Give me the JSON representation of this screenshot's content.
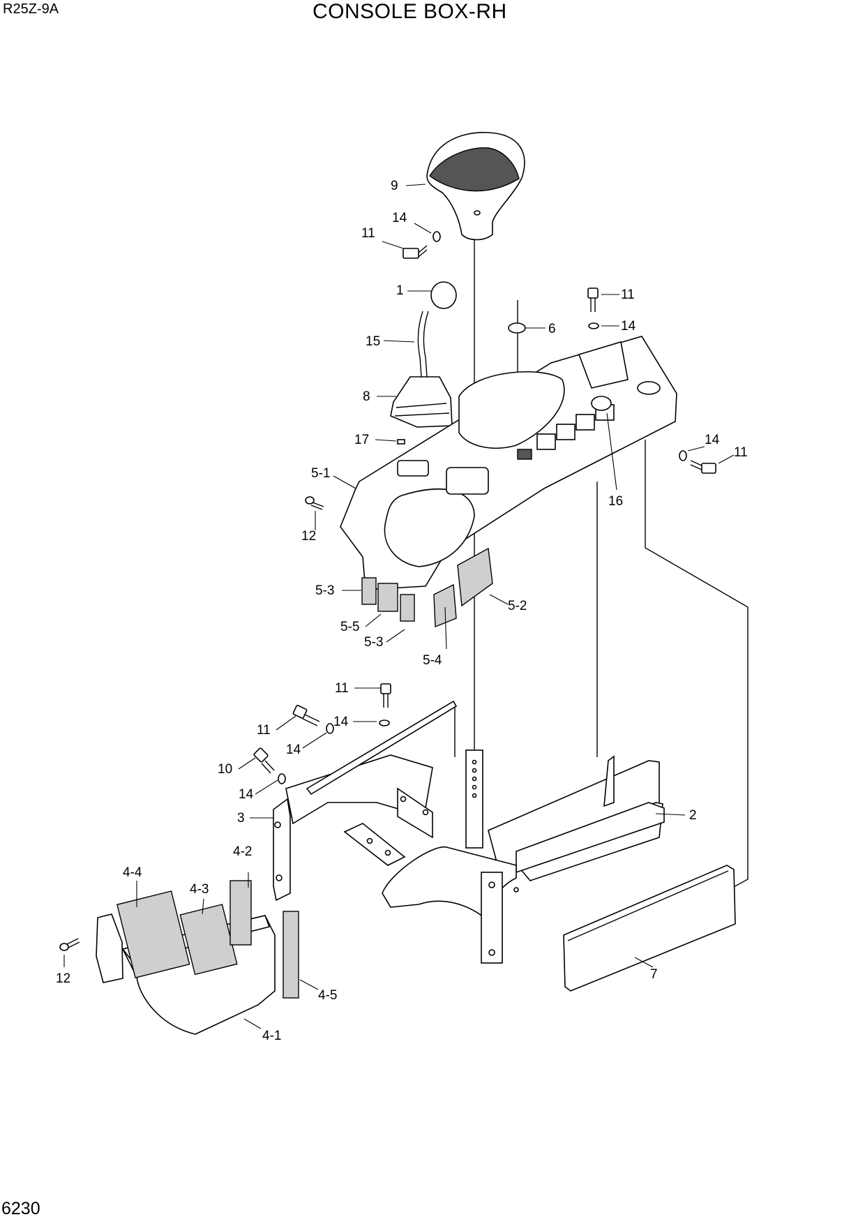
{
  "header": {
    "model": "R25Z-9A",
    "title": "CONSOLE BOX-RH"
  },
  "footer": {
    "page_number": "6230"
  },
  "callouts": [
    {
      "key": "c9",
      "label": "9"
    },
    {
      "key": "c14a",
      "label": "14"
    },
    {
      "key": "c11a",
      "label": "11"
    },
    {
      "key": "c1",
      "label": "1"
    },
    {
      "key": "c11b",
      "label": "11"
    },
    {
      "key": "c14b",
      "label": "14"
    },
    {
      "key": "c6",
      "label": "6"
    },
    {
      "key": "c15",
      "label": "15"
    },
    {
      "key": "c8",
      "label": "8"
    },
    {
      "key": "c17",
      "label": "17"
    },
    {
      "key": "c14c",
      "label": "14"
    },
    {
      "key": "c11c",
      "label": "11"
    },
    {
      "key": "c5_1",
      "label": "5-1"
    },
    {
      "key": "c16",
      "label": "16"
    },
    {
      "key": "c12a",
      "label": "12"
    },
    {
      "key": "c5_3a",
      "label": "5-3"
    },
    {
      "key": "c5_2",
      "label": "5-2"
    },
    {
      "key": "c5_5",
      "label": "5-5"
    },
    {
      "key": "c5_3b",
      "label": "5-3"
    },
    {
      "key": "c5_4",
      "label": "5-4"
    },
    {
      "key": "c11d",
      "label": "11"
    },
    {
      "key": "c14d",
      "label": "14"
    },
    {
      "key": "c11e",
      "label": "11"
    },
    {
      "key": "c14e",
      "label": "14"
    },
    {
      "key": "c10",
      "label": "10"
    },
    {
      "key": "c14f",
      "label": "14"
    },
    {
      "key": "c3",
      "label": "3"
    },
    {
      "key": "c2",
      "label": "2"
    },
    {
      "key": "c4_4",
      "label": "4-4"
    },
    {
      "key": "c4_2",
      "label": "4-2"
    },
    {
      "key": "c4_3",
      "label": "4-3"
    },
    {
      "key": "c7",
      "label": "7"
    },
    {
      "key": "c12b",
      "label": "12"
    },
    {
      "key": "c4_5",
      "label": "4-5"
    },
    {
      "key": "c4_1",
      "label": "4-1"
    }
  ]
}
